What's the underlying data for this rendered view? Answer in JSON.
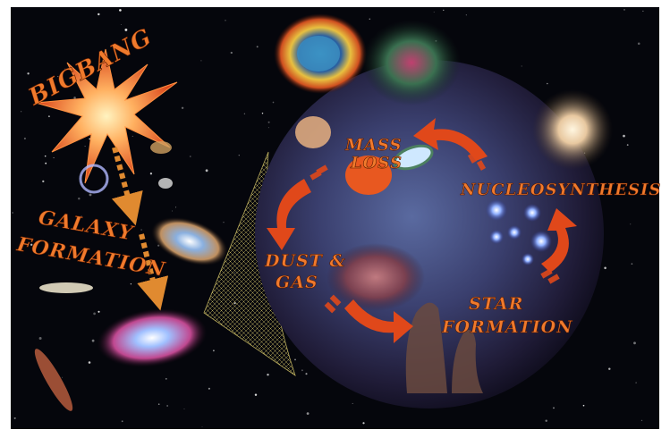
{
  "labels": {
    "big_bang": "BIGBANG",
    "galaxy_line1": "GALAXY",
    "galaxy_line2": "FORMATION",
    "mass_line1": "MASS",
    "mass_line2": "LOSS",
    "nucleo": "NUCLEOSYNTHESIS",
    "dust_line1": "DUST &",
    "dust_line2": "GAS",
    "star_line1": "STAR",
    "star_line2": "FORMATION"
  },
  "colors": {
    "background": "#05060c",
    "label_orange": "#f07a2c",
    "arrow_orange": "#e0481a",
    "cone_yellow": "#d8c86a",
    "frame": "#ffffff"
  }
}
